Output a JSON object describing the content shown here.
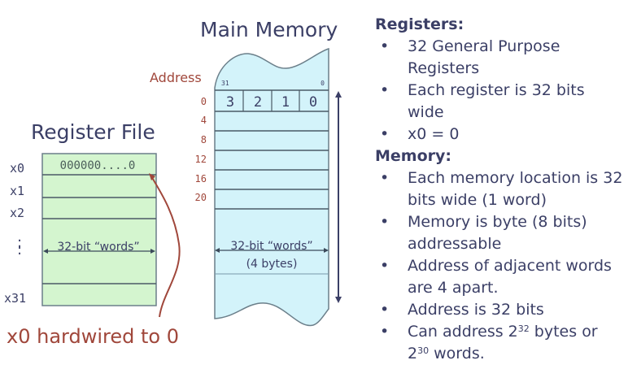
{
  "register_file": {
    "title": "Register File",
    "labels": [
      "x0",
      "x1",
      "x2",
      "x31"
    ],
    "ellipsis": ":",
    "x0_value": "000000....0",
    "width_label": "32-bit “words”",
    "annotation": "x0 hardwired to 0"
  },
  "main_memory": {
    "title": "Main Memory",
    "address_label": "Address",
    "bit_high": "31",
    "bit_low": "0",
    "bytes": [
      "3",
      "2",
      "1",
      "0"
    ],
    "addresses": [
      "0",
      "4",
      "8",
      "12",
      "16",
      "20"
    ],
    "width_label": "32-bit “words”",
    "width_sublabel": "(4 bytes)"
  },
  "notes": {
    "registers_heading": "Registers:",
    "registers_items": [
      "32 General Purpose Registers",
      "Each register is 32 bits wide",
      "x0 = 0"
    ],
    "memory_heading": "Memory:",
    "memory_items": [
      "Each memory location is 32 bits wide (1 word)",
      "Memory is byte (8 bits) addressable",
      "Address of adjacent words are 4 apart.",
      "Address is 32 bits"
    ],
    "capacity_item": {
      "pre": "Can address 2",
      "exp1": "32",
      "mid": " bytes or 2",
      "exp2": "30",
      "post": " words."
    },
    "bullet": "•"
  },
  "colors": {
    "text": "#3b3f66",
    "annotation": "#a0473b",
    "register_fill": "#d4f5cf",
    "memory_fill": "#d3f3fa"
  }
}
